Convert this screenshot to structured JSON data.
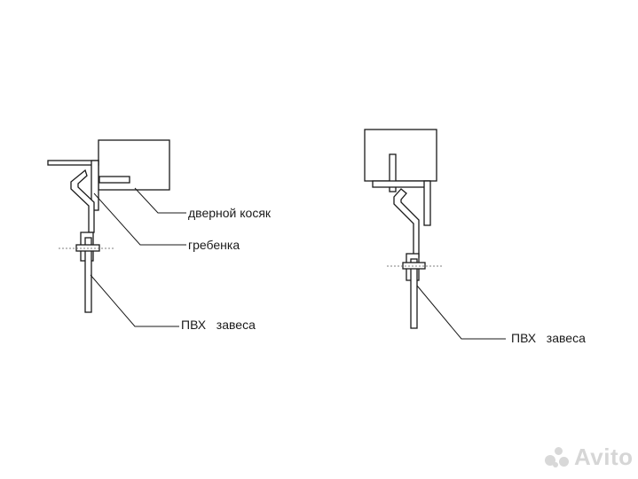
{
  "labels": {
    "left_jamb": "дверной косяк",
    "left_comb": "гребенка",
    "left_pvc": "ПВХ   завеса",
    "right_pvc": "ПВХ   завеса"
  },
  "watermark": {
    "text": "Avito"
  },
  "colors": {
    "line": "#1a1a1a",
    "concrete_fill": "#c9c9c9",
    "watermark": "#d6d6d6"
  }
}
